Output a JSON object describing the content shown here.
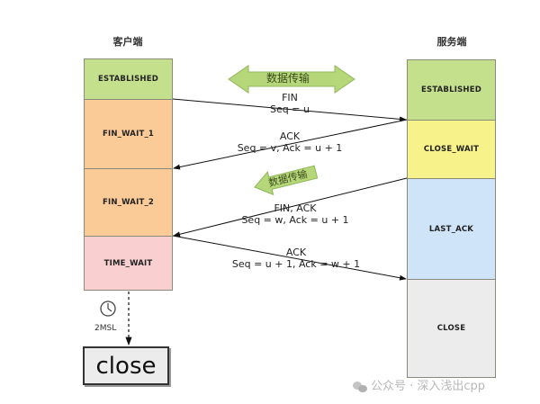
{
  "client": {
    "title": "客户端",
    "states": [
      {
        "label": "ESTABLISHED",
        "color": "#c5e08c"
      },
      {
        "label": "FIN_WAIT_1",
        "color": "#fbcb97"
      },
      {
        "label": "FIN_WAIT_2",
        "color": "#fbcb97"
      },
      {
        "label": "TIME_WAIT",
        "color": "#f9cfcf"
      }
    ],
    "timer_label": "2MSL",
    "final_state": "close"
  },
  "server": {
    "title": "服务端",
    "states": [
      {
        "label": "ESTABLISHED",
        "color": "#c5e08c"
      },
      {
        "label": "CLOSE_WAIT",
        "color": "#f8f28a"
      },
      {
        "label": "LAST_ACK",
        "color": "#cfe4f8"
      },
      {
        "label": "CLOSE",
        "color": "#ececec"
      }
    ]
  },
  "data_transfer": [
    {
      "label": "数据传输",
      "direction": "both"
    },
    {
      "label": "数据传输",
      "direction": "server-to-client"
    }
  ],
  "messages": [
    {
      "line1": "FIN",
      "line2": "Seq = u",
      "direction": "client-to-server"
    },
    {
      "line1": "ACK",
      "line2": "Seq = v,  Ack = u + 1",
      "direction": "server-to-client"
    },
    {
      "line1": "FIN,  ACK",
      "line2": "Seq = w,  Ack = u + 1",
      "direction": "server-to-client"
    },
    {
      "line1": "ACK",
      "line2": "Seq = u + 1,  Ack = w + 1",
      "direction": "client-to-server"
    }
  ],
  "watermark": "公众号 · 深入浅出cpp"
}
